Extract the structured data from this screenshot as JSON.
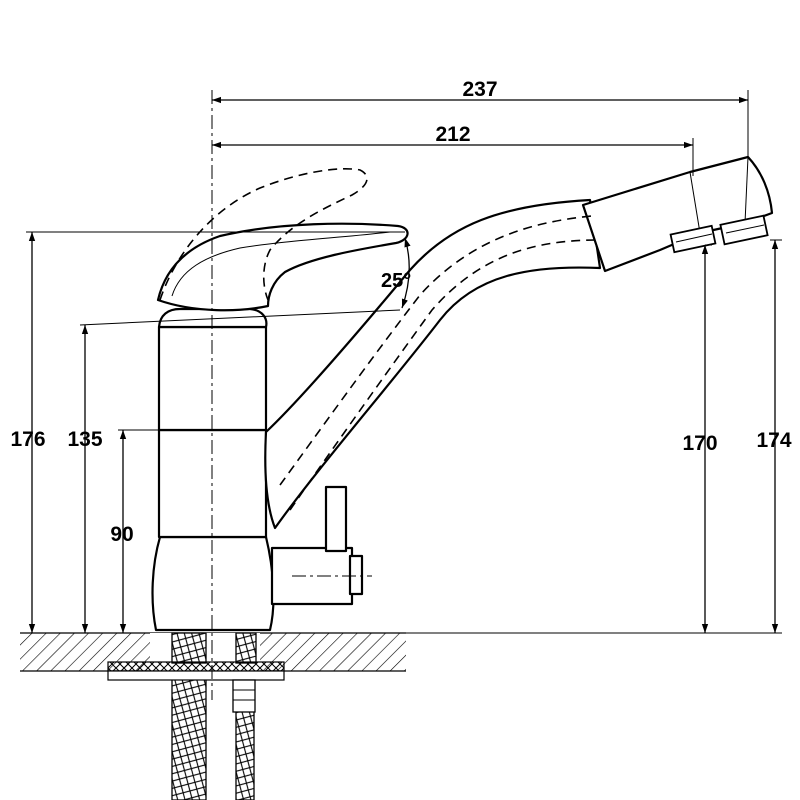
{
  "dimensions": {
    "width_total": "237",
    "width_spout": "212",
    "height_overall": "176",
    "height_body": "135",
    "height_lower": "90",
    "height_outlet": "170",
    "height_top": "174",
    "lever_angle": "25°"
  }
}
